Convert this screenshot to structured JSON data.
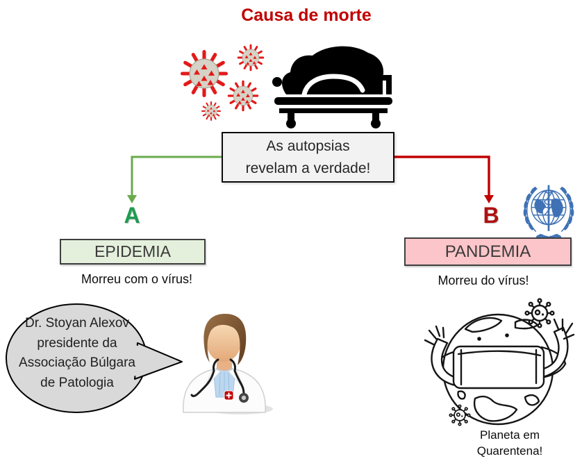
{
  "title": "Causa de morte",
  "center_box": {
    "line1": "As autopsias",
    "line2": "revelam a verdade!"
  },
  "branch_a": {
    "letter": "A",
    "box_label": "EPIDEMIA",
    "caption": "Morreu com o vírus!"
  },
  "branch_b": {
    "letter": "B",
    "box_label": "PANDEMIA",
    "caption": "Morreu do vírus!"
  },
  "bubble": {
    "line1": "Dr. Stoyan Alexov",
    "line2": "presidente da",
    "line3": "Associação Búlgara",
    "line4": "de Patologia"
  },
  "globe_caption": {
    "line1": "Planeta em",
    "line2": "Quarentena!"
  },
  "icons": {
    "viruses": "virus-cluster-icon",
    "corpse": "corpse-on-stretcher-icon",
    "who": "who-emblem-icon",
    "doctor": "doctor-avatar-icon",
    "masked_globe": "masked-globe-icon",
    "speech_bubble": "speech-bubble-shape"
  },
  "colors": {
    "title_red": "#C00000",
    "branch_green": "#6AAA4C",
    "letter_a_green": "#1F9C50",
    "branch_red": "#C00000",
    "letter_b_red": "#B01010",
    "epidemia_fill": "#E4EFDC",
    "pandemia_fill": "#FBC5C9",
    "center_box_fill": "#F2F2F2",
    "bubble_fill": "#D9D9D9",
    "who_blue": "#3F72B5",
    "virus_red": "#E21A1A"
  }
}
